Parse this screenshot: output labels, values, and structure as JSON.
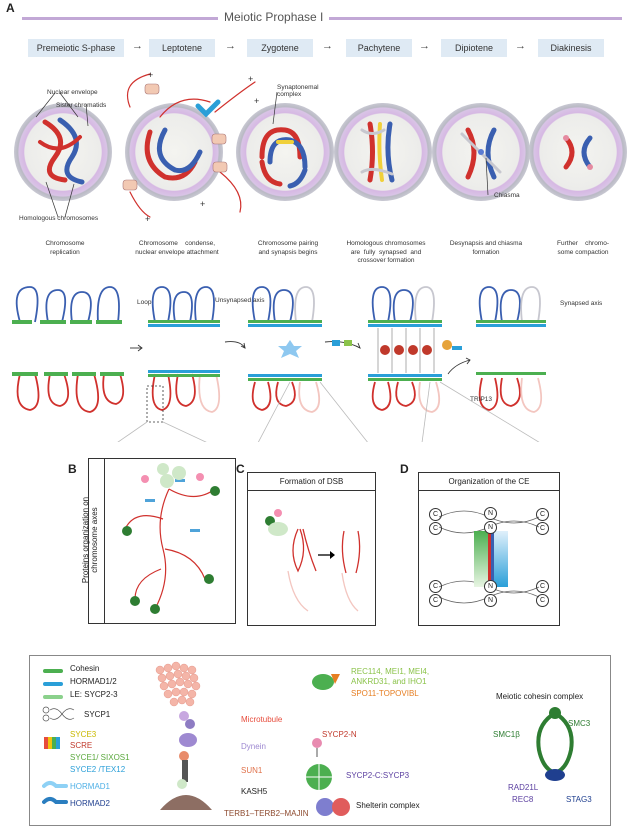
{
  "title_letter": "A",
  "banner_title": "Meiotic Prophase I",
  "stages": [
    "Premeiotic S-phase",
    "Leptotene",
    "Zygotene",
    "Pachytene",
    "Dipiotene",
    "Diakinesis"
  ],
  "stage_arrow": "→",
  "cell_labels": {
    "nuclear_envelope": "Nuclear envelope",
    "sister_chromatids": "Sister chromatids",
    "homologous_chromosomes": "Homologous chromosomes",
    "synaptonemal_complex": "Synaptonemal\ncomplex",
    "chiasma": "Chiasma",
    "plus": "+"
  },
  "captions": [
    "Chromosome\nreplication",
    "Chromosome    condense,\nnuclear envelope attachment",
    "Chromosome pairing\nand synapsis begins",
    "Homologous chromosomes\nare  fully  synapsed  and\ncrossover formation",
    "Desynapsis and chiasma\nformation",
    "Further    chromo-\nsome compaction"
  ],
  "axis_labels": {
    "loop": "Loop",
    "unsynapsed_axis": "Unsynapsed axis",
    "synapsed_axis": "Synapsed axis",
    "trip13": "TRIP13"
  },
  "panel_b": {
    "letter": "B",
    "title": "Proteins organization on\nchromosome axes"
  },
  "panel_c": {
    "letter": "C",
    "title": "Formation of DSB"
  },
  "panel_d": {
    "letter": "D",
    "title": "Organization of  the CE"
  },
  "legend": {
    "cohesin": "Cohesin",
    "hormad12": "HORMAD1/2",
    "le": "LE: SYCP2-3",
    "sycp1": "SYCP1",
    "syce3": "SYCE3",
    "scre": "SCRE",
    "syce1": "SYCE1/ SIXOS1",
    "syce2": "SYCE2 /TEX12",
    "hormad1": "HORMAD1",
    "hormad2": "HORMAD2",
    "microtubule": "Microtubule",
    "dynein": "Dynein",
    "sun1": "SUN1",
    "kash5": "KASH5",
    "terb": "TERB1–TERB2–MAJIN",
    "rec114": "REC114, MEI1, MEI4,\nANKRD31, and IHO1",
    "spo11": "SPO11-TOPOVIBL",
    "sycp2n": "SYCP2-N",
    "sycp2c": "SYCP2-C:SYCP3",
    "shelterin": "Shelterin complex",
    "meiotic_cohesin": "Meiotic cohesin complex",
    "smc1b": "SMC1β",
    "smc3": "SMC3",
    "rad21l": "RAD21L",
    "rec8": "REC8",
    "stag3": "STAG3"
  },
  "ce_letters": {
    "c": "C",
    "n": "N"
  },
  "colors": {
    "stage_box": "#dfeaf4",
    "banner_line": "#c2a8d6",
    "red_chrom": "#d0312d",
    "blue_chrom": "#3a5fb0",
    "axis_green": "#4caf50",
    "axis_blue": "#2a9fd8",
    "nucleus_ring": "#cdb3de"
  }
}
